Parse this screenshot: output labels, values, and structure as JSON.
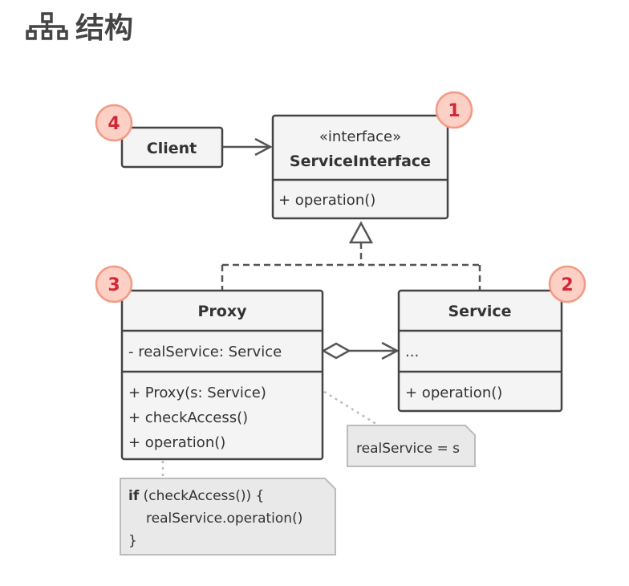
{
  "header": {
    "icon": "hierarchy-icon",
    "title": "结构"
  },
  "diagram": {
    "client": {
      "name": "Client",
      "badge": "4"
    },
    "service_interface": {
      "stereotype": "«interface»",
      "name": "ServiceInterface",
      "methods": [
        "+ operation()"
      ],
      "badge": "1"
    },
    "proxy": {
      "name": "Proxy",
      "fields": [
        "- realService: Service"
      ],
      "methods": [
        "+ Proxy(s: Service)",
        "+ checkAccess()",
        "+ operation()"
      ],
      "badge": "3"
    },
    "service": {
      "name": "Service",
      "fields": [
        "..."
      ],
      "methods": [
        "+ operation()"
      ],
      "badge": "2"
    },
    "note_constructor": {
      "text": "realService = s"
    },
    "note_operation": {
      "keyword": "if",
      "line1_rest": " (checkAccess()) {",
      "line2": "realService.operation()",
      "line3": "}"
    },
    "colors": {
      "badge_fill": "#fcd0c4",
      "badge_text": "#d0283a",
      "box_fill": "#f4f4f4",
      "note_fill": "#e9e9e9"
    }
  }
}
